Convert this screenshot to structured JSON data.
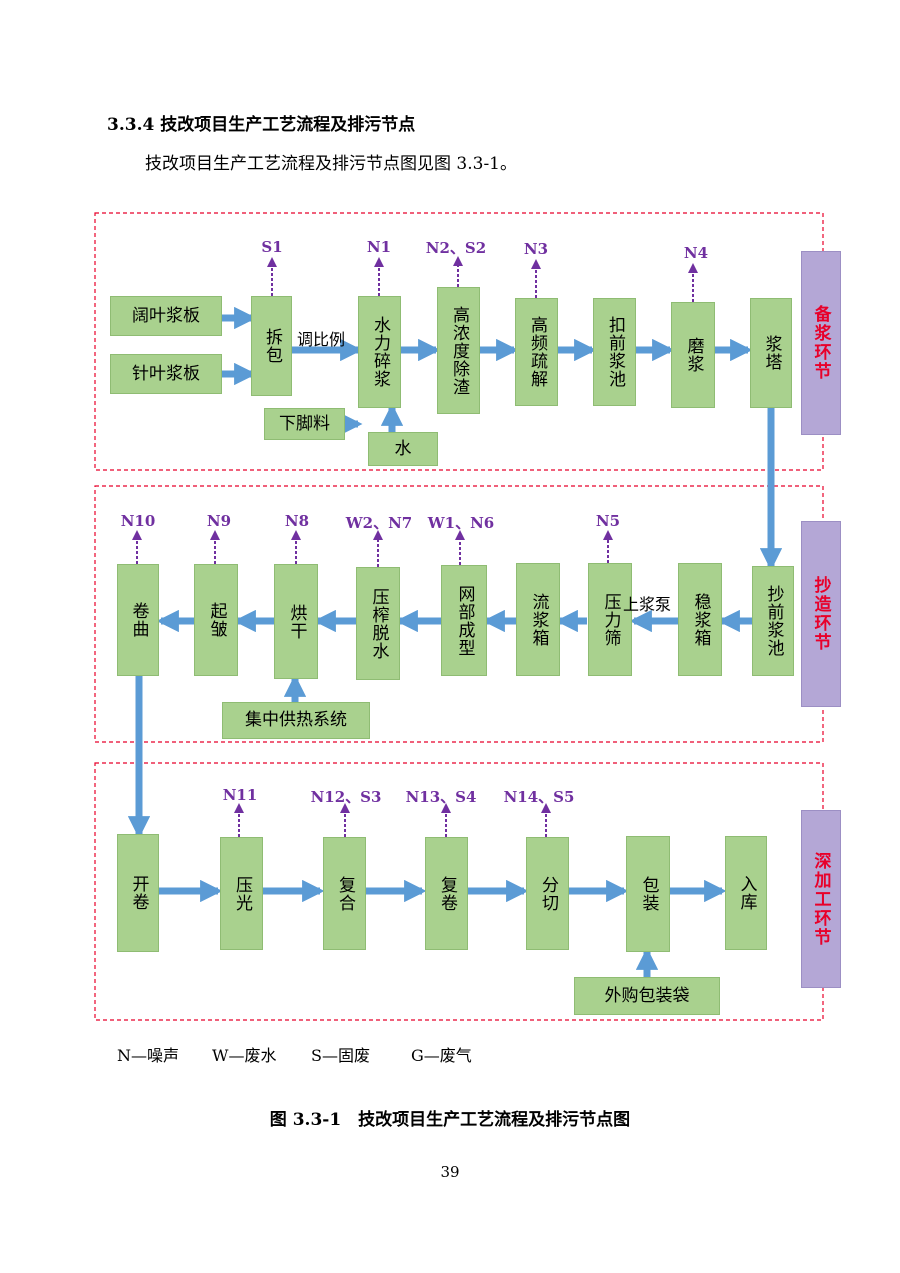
{
  "heading": "3.3.4 技改项目生产工艺流程及排污节点",
  "intro": "技改项目生产工艺流程及排污节点图见图 3.3-1。",
  "figure": {
    "boxes": {
      "kuoye": "阔叶浆板",
      "zhenye": "针叶浆板",
      "chaibao": "拆包",
      "shuilisuijiang": "水力碎浆",
      "xiajiaoliao": "下脚料",
      "shui": "水",
      "gaonongduchuzha": "高浓度除渣",
      "gaopinshujie": "高频疏解",
      "kouqianjiangchi": "扣前浆池",
      "mojiang": "磨浆",
      "jiangta": "浆塔",
      "chaoqianjiangchi": "抄前浆池",
      "wenjiangxiang": "稳浆箱",
      "yalishai": "压力筛",
      "liujiangxiang": "流浆箱",
      "wangbuchengxing": "网部成型",
      "yazhatuoshui": "压榨脱水",
      "honggan": "烘干",
      "qizhou": "起皱",
      "juanqu": "卷曲",
      "jizhonggongre": "集中供热系统",
      "kaijuan": "开卷",
      "yaguang": "压光",
      "fuhe": "复合",
      "fujuan": "复卷",
      "fenqie": "分切",
      "baozhuang": "包装",
      "ruku": "入库",
      "waigoubaozhuangdai": "外购包装袋"
    },
    "flow_labels": {
      "tiaobili": "调比例",
      "shangjiangbeng": "上浆泵"
    },
    "pollution": {
      "s1": "S1",
      "n1": "N1",
      "n2s2": "N2、S2",
      "n3": "N3",
      "n4": "N4",
      "n5": "N5",
      "w1n6": "W1、N6",
      "w2n7": "W2、N7",
      "n8": "N8",
      "n9": "N9",
      "n10": "N10",
      "n11": "N11",
      "n12s3": "N12、S3",
      "n13s4": "N13、S4",
      "n14s5": "N14、S5"
    },
    "sections": {
      "beijiang": "备浆环节",
      "chaozao": "抄造环节",
      "shenjiagong": "深加工环节"
    },
    "colors": {
      "box_fill": "#a9d18e",
      "flow_arrow": "#5b9bd5",
      "pollution_arrow": "#7030a0",
      "section_border": "#e8002a",
      "section_tag_fill": "#b4a7d6",
      "section_tag_text": "#e8002a"
    }
  },
  "legend": {
    "n": "N—噪声",
    "w": "W—废水",
    "s": "S—固废",
    "g": "G—废气"
  },
  "caption": "图 3.3-1　技改项目生产工艺流程及排污节点图",
  "page_number": "39"
}
